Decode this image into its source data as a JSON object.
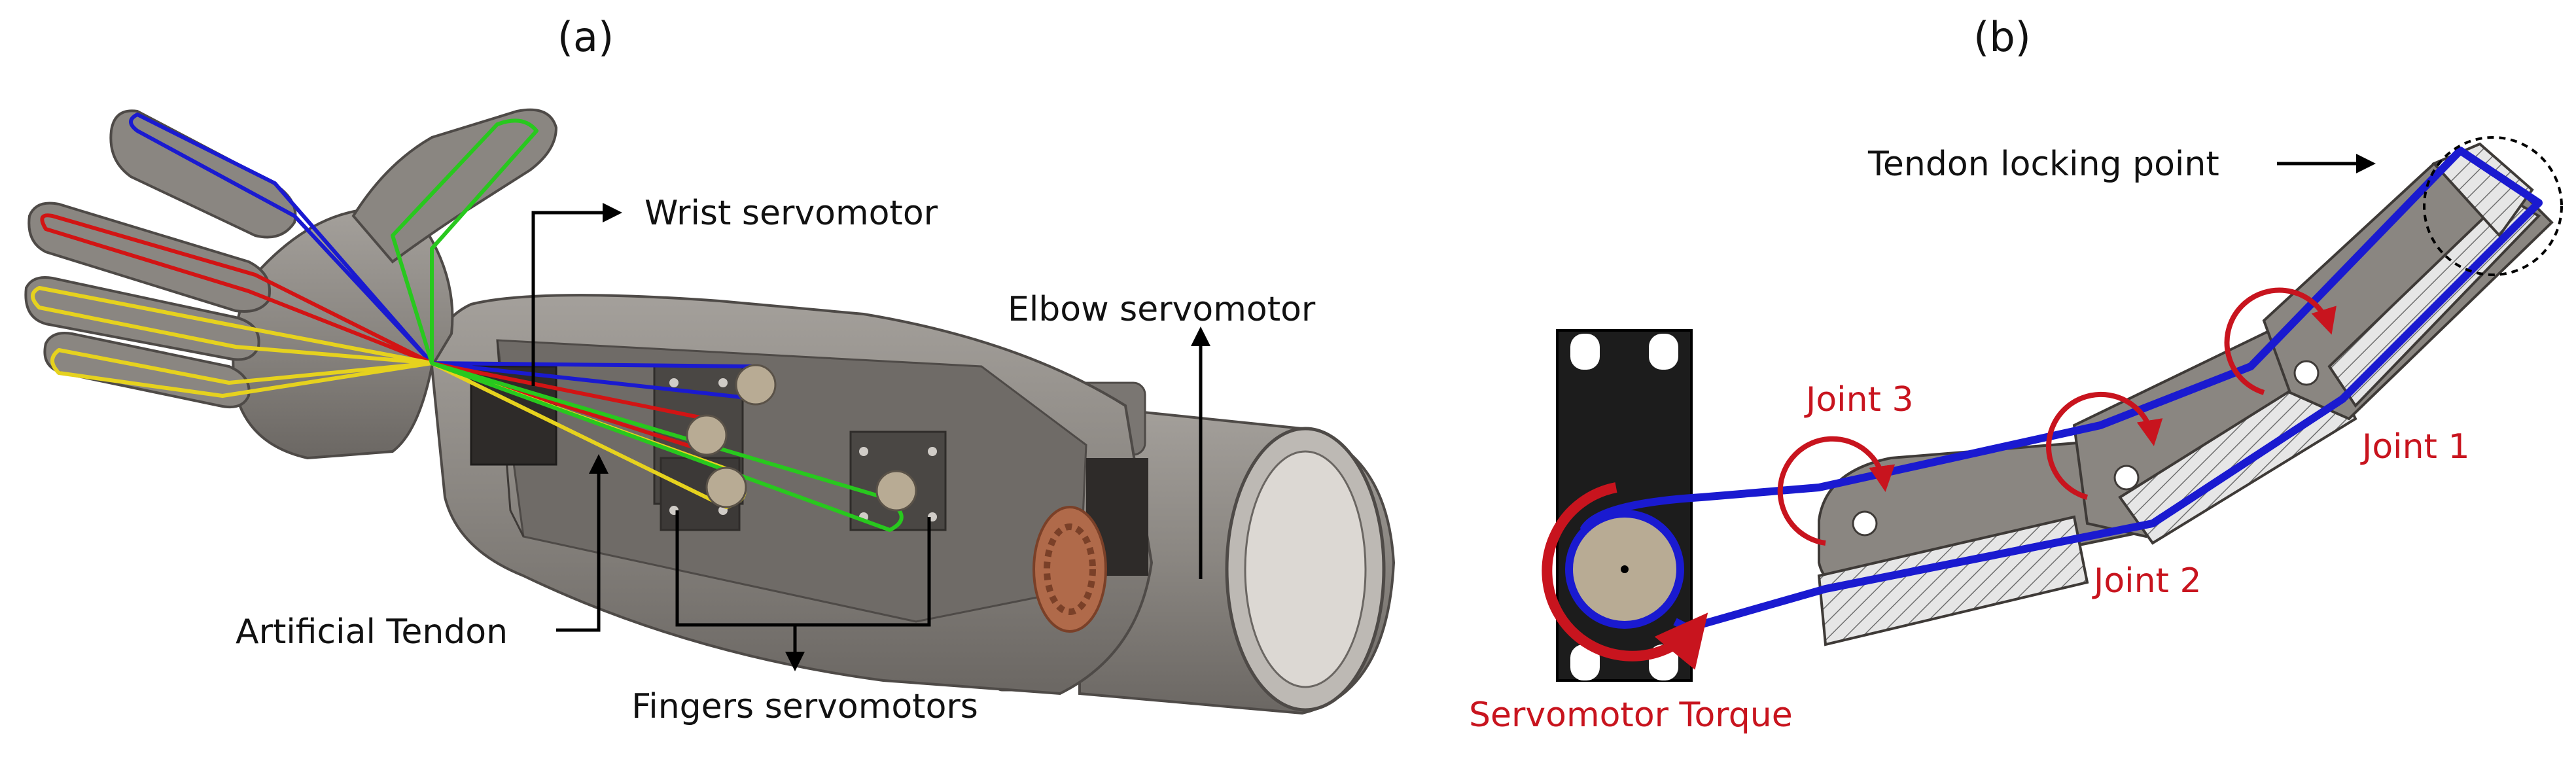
{
  "panels": {
    "a": "(a)",
    "b": "(b)"
  },
  "labels_a": {
    "wrist": "Wrist servomotor",
    "elbow": "Elbow servomotor",
    "tendon": "Artificial Tendon",
    "fingers": "Fingers servomotors"
  },
  "labels_b": {
    "locking": "Tendon locking point",
    "joint3": "Joint 3",
    "joint2": "Joint 2",
    "joint1": "Joint 1",
    "torque": "Servomotor Torque"
  },
  "colors": {
    "body_gray": "#8a8681",
    "dark_gray": "#5e5a56",
    "tendon_blue": "#1a1ad0",
    "tendon_red": "#d21414",
    "tendon_yellow": "#e6d21e",
    "tendon_green": "#28c81e",
    "annotation_red": "#c8141e",
    "gear": "#b06a4a"
  }
}
